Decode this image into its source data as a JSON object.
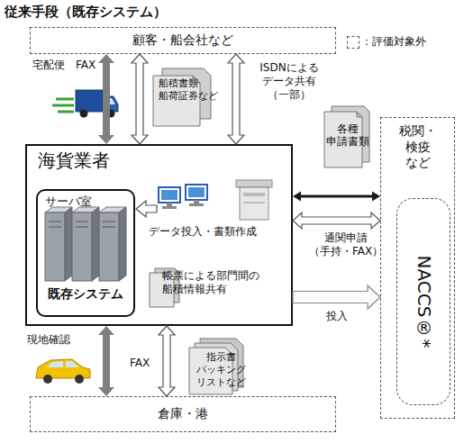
{
  "diagram": {
    "title": "従来手段（既存システム）",
    "nodes": [
      {
        "text": [
          "顧客・船会社など"
        ]
      },
      {
        "text": [
          "海貨業者"
        ]
      },
      {
        "text": [
          "サーバ室",
          "既存システム"
        ],
        "in": 1
      },
      {
        "text": [
          "税関・検疫 など"
        ]
      },
      {
        "text": [
          "NACCS®*"
        ],
        "in": 3
      },
      {
        "text": [
          "倉庫・港"
        ]
      }
    ],
    "edges": [
      {
        "from": 0,
        "to": 1,
        "arrow": "both"
      },
      {
        "from": 0,
        "to": 1,
        "arrow": "both"
      },
      {
        "from": 0,
        "to": 1,
        "label": "ISDNによる データ共有 （一部）",
        "arrow": "both"
      },
      {
        "from": 1,
        "to": 3,
        "arrow": "both"
      },
      {
        "from": 1,
        "to": 3,
        "label": "通関申請 （手持・FAX）",
        "arrow": "both"
      },
      {
        "from": 1,
        "to": 3,
        "label": "投入",
        "arrow": "to"
      },
      {
        "from": 1,
        "to": 5,
        "arrow": "both"
      },
      {
        "from": 1,
        "to": 5,
        "arrow": "both"
      }
    ],
    "labels": [
      "宅配便　FAX",
      "船積書類 船荷証券など",
      "データ投入・書類作成",
      "帳票による部門間の 船積情報共有",
      "各種 申請書類",
      "現地確認",
      "FAX",
      "指示書 パッキング リストなど"
    ],
    "legend": [
      {
        "text": "：評価対象外"
      }
    ]
  }
}
